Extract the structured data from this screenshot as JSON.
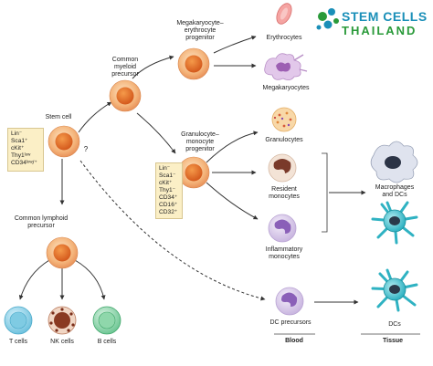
{
  "logo": {
    "line1": "STEM CELLS",
    "line2": "THAILAND"
  },
  "nodes": {
    "stem_cell": "Stem cell",
    "common_myeloid": [
      "Common",
      "myeloid",
      "precursor"
    ],
    "mep": [
      "Megakaryocyte–",
      "erythrocyte",
      "progenitor"
    ],
    "gmp": [
      "Granulocyte–",
      "monocyte",
      "progenitor"
    ],
    "common_lymphoid": [
      "Common lymphoid",
      "precursor"
    ],
    "erythrocytes": "Erythrocytes",
    "megakaryocytes": "Megakaryocytes",
    "granulocytes": "Granulocytes",
    "resident_monocytes": [
      "Resident",
      "monocytes"
    ],
    "inflammatory_monocytes": [
      "Inflammatory",
      "monocytes"
    ],
    "macrophages_dcs": [
      "Macrophages",
      "and DCs"
    ],
    "dc_precursors": "DC precursors",
    "dcs": "DCs",
    "t_cells": "T cells",
    "nk_cells": "NK cells",
    "b_cells": "B cells",
    "question": "?"
  },
  "marker_boxes": {
    "stem": [
      "Lin⁻",
      "Sca1⁺",
      "cKit⁺",
      "Thy1ˡᵒʷ",
      "CD34ˡᵒʷ/⁺"
    ],
    "gmp": [
      "Lin⁻",
      "Sca1⁻",
      "cKit⁺",
      "Thy1⁻",
      "CD34⁺",
      "CD16⁺",
      "CD32⁺"
    ]
  },
  "compartments": {
    "blood": "Blood",
    "tissue": "Tissue"
  },
  "colors": {
    "progenitor_outer": "#f2b27a",
    "progenitor_inner": "#e8702a",
    "marker_bg": "#fbefc6",
    "logo_blue": "#1a8fb8",
    "logo_green": "#2a9a3a"
  }
}
